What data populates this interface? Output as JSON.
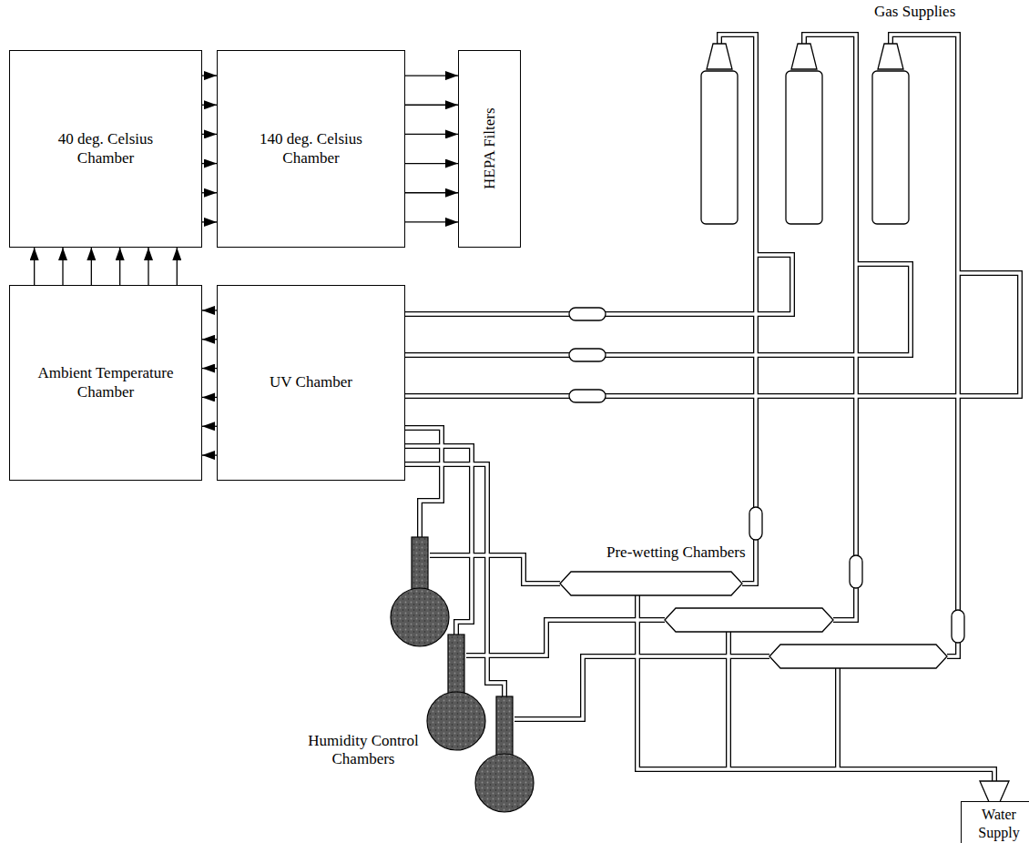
{
  "diagram": {
    "nodes": [
      {
        "text": [
          "40 deg. Celsius Chamber"
        ]
      },
      {
        "text": [
          "140 deg. Celsius Chamber"
        ]
      },
      {
        "text": [
          "HEPA Filters"
        ]
      },
      {
        "text": [
          "Ambient Temperature Chamber"
        ]
      },
      {
        "text": [
          "UV Chamber"
        ]
      },
      {
        "text": [
          "Water Supply"
        ]
      }
    ],
    "edges": [
      {
        "from": 0,
        "to": 1,
        "arrow": "to"
      },
      {
        "from": 1,
        "to": 2,
        "arrow": "to"
      },
      {
        "from": 3,
        "to": 0,
        "arrow": "to"
      },
      {
        "from": 4,
        "to": 3,
        "arrow": "to"
      }
    ],
    "labels": [
      "Gas Supplies",
      "Pre-wetting Chambers",
      "Humidity Control Chambers"
    ]
  }
}
